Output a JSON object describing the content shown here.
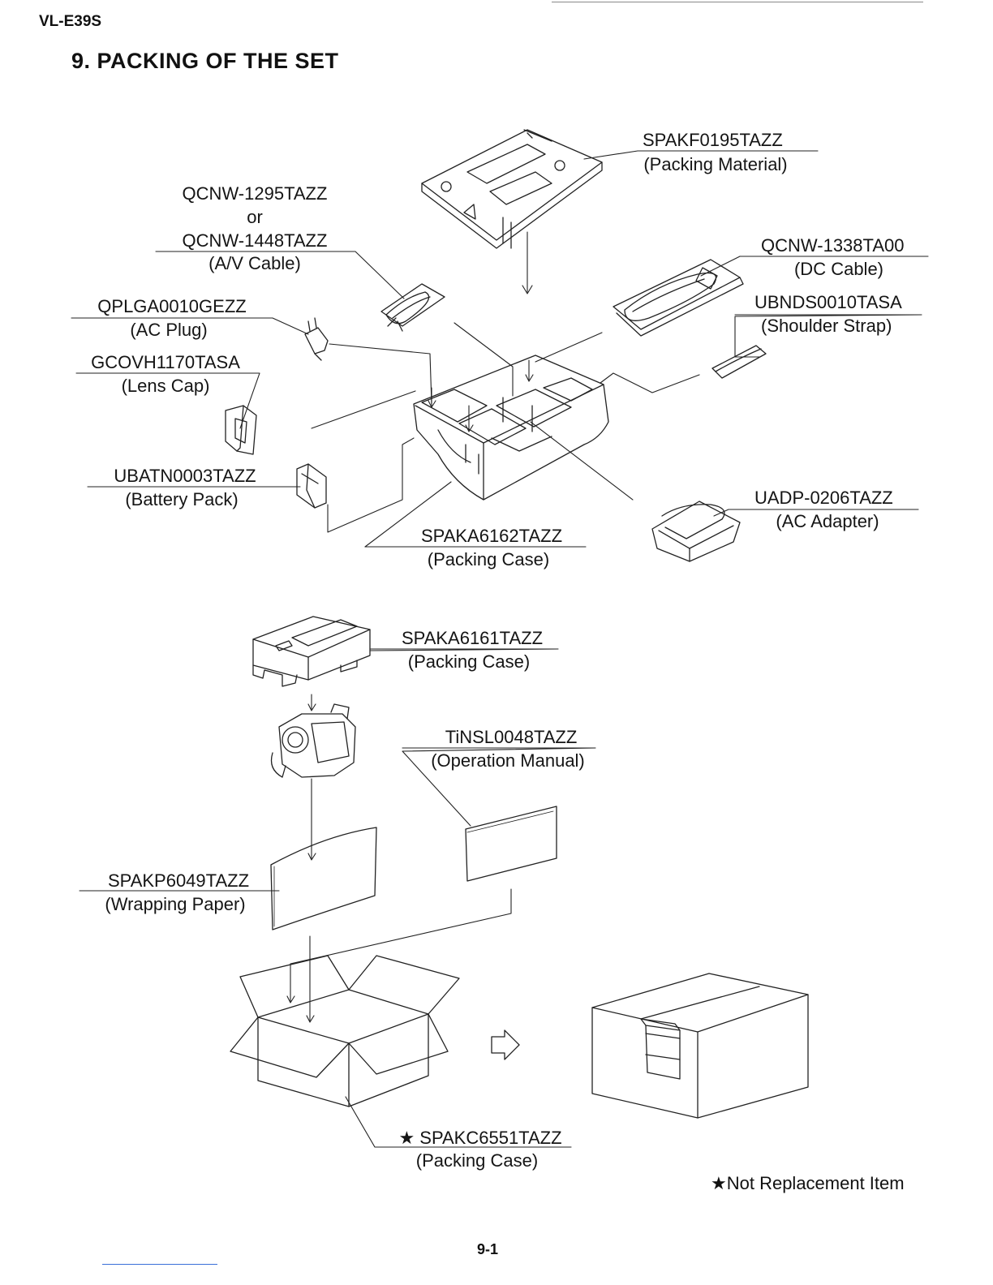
{
  "header": {
    "model": "VL-E39S",
    "section_title": "9. PACKING OF THE SET"
  },
  "parts": [
    {
      "code": "SPAKF0195TAZZ",
      "desc": "(Packing Material)"
    },
    {
      "code": "QCNW-1295TAZZ",
      "or": "or",
      "alt_code": "QCNW-1448TAZZ",
      "desc": "(A/V Cable)"
    },
    {
      "code": "QCNW-1338TA00",
      "desc": "(DC Cable)"
    },
    {
      "code": "QPLGA0010GEZZ",
      "desc": "(AC Plug)"
    },
    {
      "code": "UBNDS0010TASA",
      "desc": "(Shoulder Strap)"
    },
    {
      "code": "GCOVH1170TASA",
      "desc": "(Lens Cap)"
    },
    {
      "code": "UBATN0003TAZZ",
      "desc": "(Battery Pack)"
    },
    {
      "code": "UADP-0206TAZZ",
      "desc": "(AC Adapter)"
    },
    {
      "code": "SPAKA6162TAZZ",
      "desc": "(Packing Case)"
    },
    {
      "code": "SPAKA6161TAZZ",
      "desc": "(Packing Case)"
    },
    {
      "code": "TiNSL0048TAZZ",
      "desc": "(Operation Manual)"
    },
    {
      "code": "SPAKP6049TAZZ",
      "desc": "(Wrapping Paper)"
    },
    {
      "code": "★ SPAKC6551TAZZ",
      "desc": "(Packing Case)"
    }
  ],
  "footnote": "★Not Replacement Item",
  "page_number": "9-1"
}
